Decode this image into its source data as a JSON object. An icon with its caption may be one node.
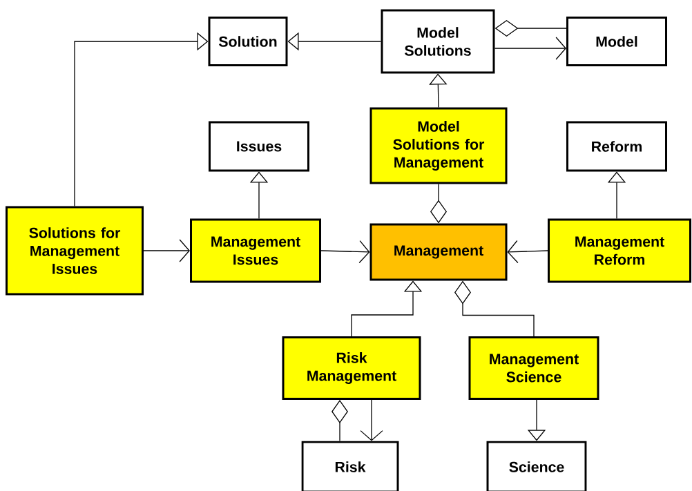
{
  "diagram": {
    "nodes": [
      {
        "text": [
          "Solution"
        ]
      },
      {
        "text": [
          "Model Solutions"
        ]
      },
      {
        "text": [
          "Model"
        ]
      },
      {
        "text": [
          "Issues"
        ]
      },
      {
        "text": [
          "Model Solutions for Management"
        ]
      },
      {
        "text": [
          "Reform"
        ]
      },
      {
        "text": [
          "Solutions for Management Issues"
        ]
      },
      {
        "text": [
          "Management Issues"
        ]
      },
      {
        "text": [
          "Management"
        ]
      },
      {
        "text": [
          "Management Reform"
        ]
      },
      {
        "text": [
          "Risk Management"
        ]
      },
      {
        "text": [
          "Management Science"
        ]
      },
      {
        "text": [
          "Risk"
        ]
      },
      {
        "text": [
          "Science"
        ]
      }
    ],
    "edges": [
      {
        "from": 6,
        "to": 0,
        "arrow": "to"
      },
      {
        "from": 1,
        "to": 0,
        "arrow": "to"
      },
      {
        "from": 1,
        "to": 2,
        "arrow": "other"
      },
      {
        "from": 1,
        "to": 2,
        "arrow": "to"
      },
      {
        "from": 4,
        "to": 1,
        "arrow": "to"
      },
      {
        "from": 8,
        "to": 4,
        "arrow": "other"
      },
      {
        "from": 7,
        "to": 3,
        "arrow": "to"
      },
      {
        "from": 6,
        "to": 7,
        "arrow": "to"
      },
      {
        "from": 7,
        "to": 8,
        "arrow": "to"
      },
      {
        "from": 9,
        "to": 8,
        "arrow": "to"
      },
      {
        "from": 9,
        "to": 5,
        "arrow": "to"
      },
      {
        "from": 10,
        "to": 8,
        "arrow": "to"
      },
      {
        "from": 8,
        "to": 11,
        "arrow": "other"
      },
      {
        "from": 10,
        "to": 12,
        "arrow": "other"
      },
      {
        "from": 10,
        "to": 12,
        "arrow": "to"
      },
      {
        "from": 11,
        "to": 13,
        "arrow": "to"
      }
    ]
  }
}
